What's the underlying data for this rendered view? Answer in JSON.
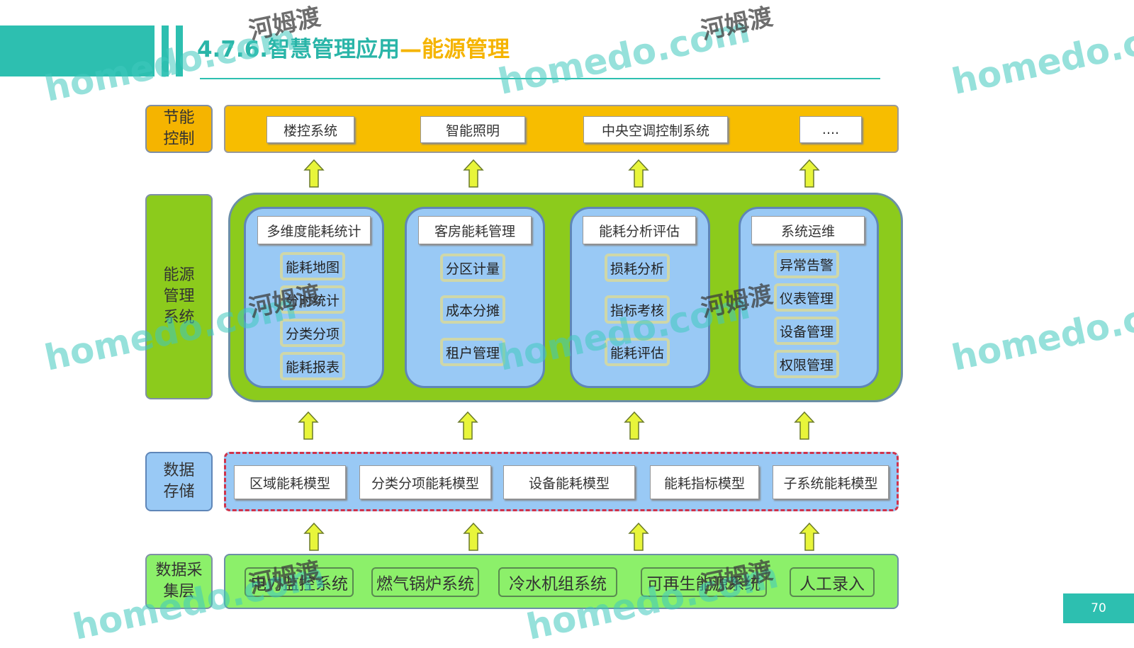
{
  "title": {
    "prefix": "4.7.6.智慧管理应用",
    "highlight": "—能源管理"
  },
  "layers": {
    "control": {
      "label": "节能\n控制",
      "items": [
        "楼控系统",
        "智能照明",
        "中央空调控制系统",
        "...."
      ]
    },
    "management": {
      "label": "能源\n管理\n系统",
      "columns": [
        {
          "head": "多维度能耗统计",
          "items": [
            "能耗地图",
            "分时统计",
            "分类分项",
            "能耗报表"
          ]
        },
        {
          "head": "客房能耗管理",
          "items": [
            "分区计量",
            "成本分摊",
            "租户管理"
          ]
        },
        {
          "head": "能耗分析评估",
          "items": [
            "损耗分析",
            "指标考核",
            "能耗评估"
          ]
        },
        {
          "head": "系统运维",
          "items": [
            "异常告警",
            "仪表管理",
            "设备管理",
            "权限管理"
          ]
        }
      ]
    },
    "storage": {
      "label": "数据\n存储",
      "items": [
        "区域能耗模型",
        "分类分项能耗模型",
        "设备能耗模型",
        "能耗指标模型",
        "子系统能耗模型"
      ]
    },
    "collection": {
      "label": "数据采\n集层",
      "items": [
        "电力监控系统",
        "燃气锅炉系统",
        "冷水机组系统",
        "可再生能源系统",
        "人工录入"
      ]
    }
  },
  "watermark": {
    "latin": "homedo.com",
    "cn": "河姆渡"
  },
  "page_number": "70",
  "colors": {
    "teal": "#2dbfb0",
    "yellow": "#f5b400",
    "green": "#8ccb1c",
    "blue": "#99c9f5",
    "lightgreen": "#8cf06a"
  }
}
